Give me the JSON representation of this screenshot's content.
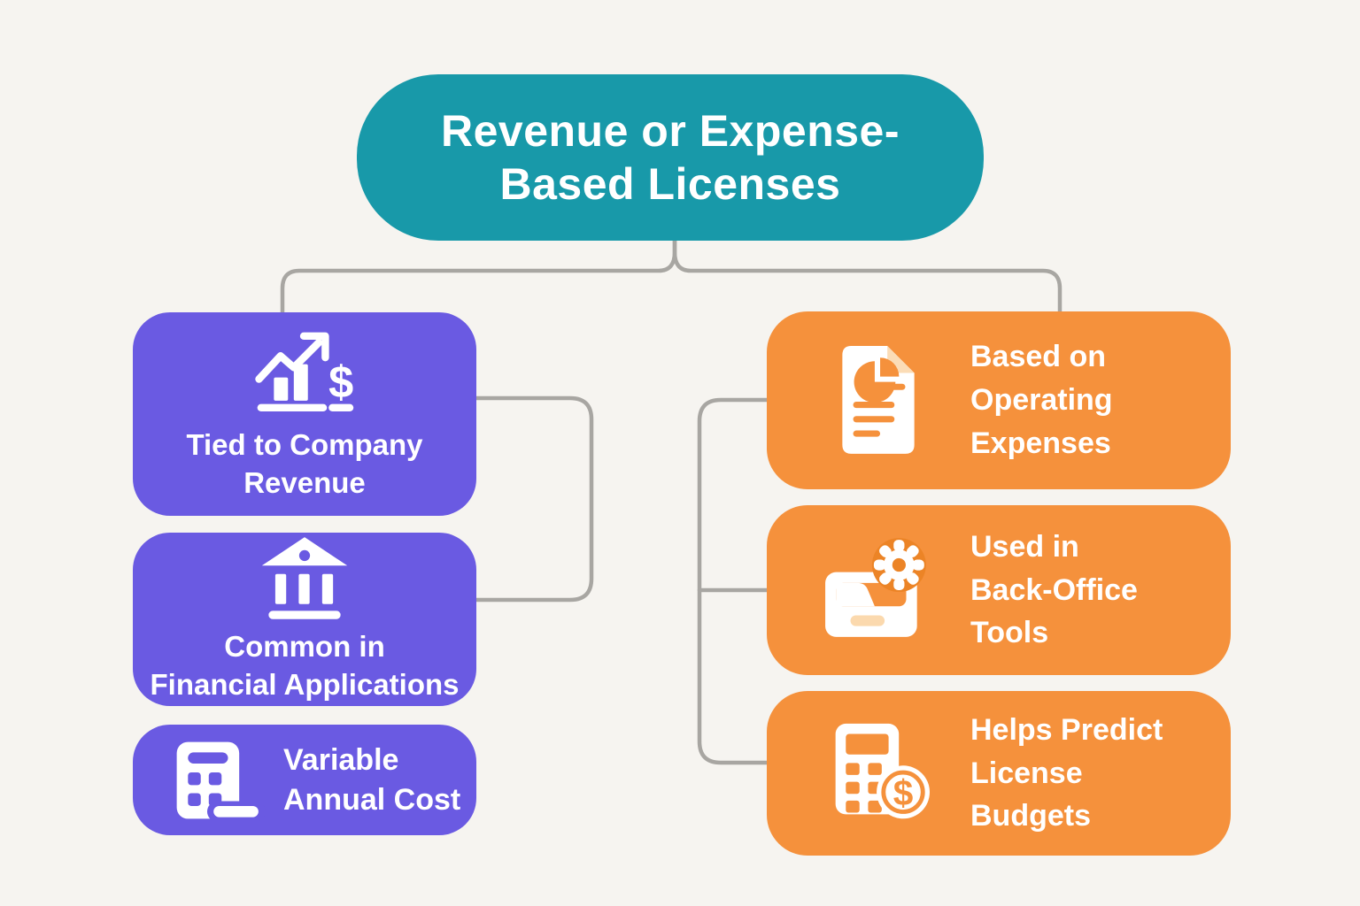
{
  "header": {
    "title_lines": [
      "Revenue or Expense-",
      "Based Licenses"
    ]
  },
  "colors": {
    "teal": "#1899a9",
    "purple": "#6a5ae2",
    "orange": "#f5913c",
    "peach": "#fbd9ae",
    "background": "#f6f4f0",
    "connector": "#a8a6a2",
    "text": "#ffffff"
  },
  "icons": {
    "dollar": "$"
  },
  "left_branch": {
    "items": [
      {
        "icon": "revenue-growth-icon",
        "label_lines": [
          "Tied to Company",
          "Revenue"
        ]
      },
      {
        "icon": "bank-icon",
        "label_lines": [
          "Common in",
          "Financial Applications"
        ]
      },
      {
        "icon": "calculator-icon",
        "label_lines": [
          "Variable",
          "Annual Cost"
        ]
      }
    ]
  },
  "right_branch": {
    "items": [
      {
        "icon": "expense-report-icon",
        "label_lines": [
          "Based on",
          "Operating",
          "Expenses"
        ]
      },
      {
        "icon": "folder-gear-icon",
        "label_lines": [
          "Used in",
          "Back-Office",
          "Tools"
        ]
      },
      {
        "icon": "calculator-dollar-icon",
        "label_lines": [
          "Helps Predict",
          "License",
          "Budgets"
        ]
      }
    ]
  }
}
